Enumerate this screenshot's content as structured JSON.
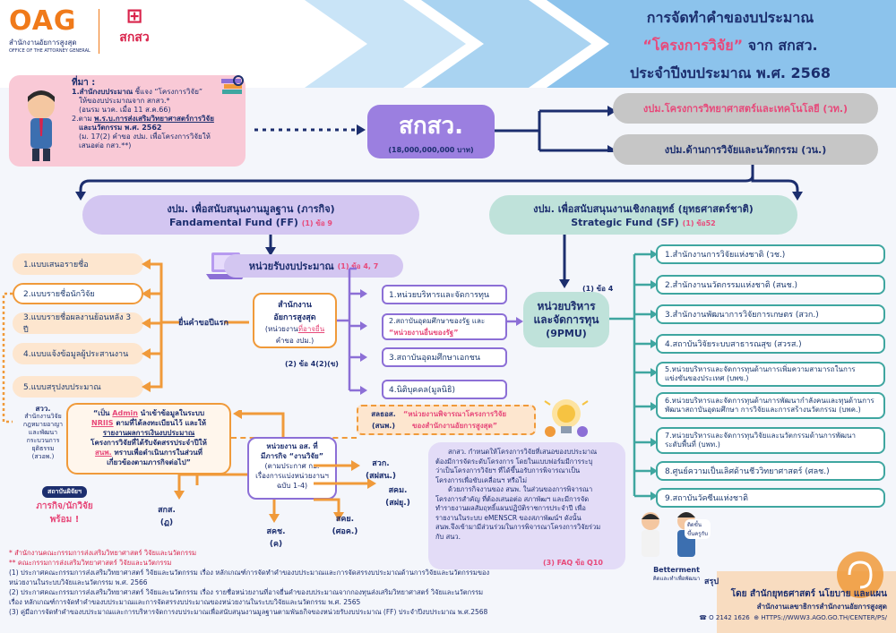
{
  "header": {
    "logo_org": "OAG",
    "logo_org_th": "สำนักงานอัยการสูงสุด",
    "logo_org_en": "OFFICE OF THE ATTORNEY GENERAL",
    "logo_tsri": "สกสว",
    "title1": "การจัดทำคำของบประมาณ",
    "title2a": "“โครงการวิจัย”",
    "title2b": " จาก สกสว.",
    "title3": "ประจำปีงบประมาณ พ.ศ. 2568"
  },
  "source": {
    "heading": "ที่มา :",
    "line1a": "1.สำนักงบประมาณ",
    "line1b": " ชี้แจง “โครงการวิจัย”",
    "line2": "ให้ของบประมาณจาก สกสว.*",
    "line3": "(อนรม นวค. เมื่อ 11 ส.ค.66)",
    "line4a": "2.ตาม ",
    "line4b": "พ.ร.บ.การส่งเสริมวิทยาศาสตร์การวิจัย",
    "line5": "และนวัตกรรม พ.ศ. 2562",
    "line6": "(ม. 17(2) คำขอ งปม. เพื่อโครงการวิจัยให้",
    "line7": "เสนอต่อ กสว.**)"
  },
  "center": {
    "name": "สกสว.",
    "amount": "(18,000,000,000 บาท)"
  },
  "budgets": {
    "b1": "งปม.โครงการวิทยาศาสตร์และเทคโนโลยี (วท.)",
    "b2": "งปม.ด้านการวิจัยและนวัตกรรม (วน.)"
  },
  "ff": {
    "title": "งปม. เพื่อสนับสนุนงานมูลฐาน (ภารกิจ)",
    "sub": "Fandamental Fund (FF)",
    "ref": "(1) ข้อ 9"
  },
  "sf": {
    "title": "งปม. เพื่อสนับสนุนงานเชิงกลยุทธ์ (ยุทธศาสตร์ชาติ)",
    "sub": "Strategic Fund (SF)",
    "ref": "(1) ข้อ52"
  },
  "receiver": {
    "label": "หน่วยรับงบประมาณ",
    "ref": "(1) ข้อ 4, 7"
  },
  "left_list": [
    "1.แบบเสนอรายชื่อ",
    "2.แบบรายชื่อนักวิจัย",
    "3.แบบรายชื่อผลงานย้อนหลัง 3 ปี",
    "4.แบบแจ้งข้อมูลผู้ประสานงาน",
    "5.แบบสรุปงบประมาณ"
  ],
  "submit": "ยื่นคำขอปีแรก",
  "oag_box": {
    "l1": "สำนักงาน",
    "l2": "อัยการสูงสุด",
    "l3a": "(หน่วยงาน",
    "l3b": "ที่อาจยื่น",
    "l4": "คำขอ งปม.)"
  },
  "ref_4_2": "(2) ข้อ 4(2)(ข)",
  "units": [
    "1.หน่วยบริหารและจัดการทุน",
    "2.สถาบันอุดมศึกษาของรัฐ และ",
    "3.สถาบันอุดมศึกษาเอกชน",
    "4.นิติบุคคล(มูลนิธิ)"
  ],
  "unit2b": "“หน่วยงานอื่นของรัฐ”",
  "pmu": {
    "l1": "หน่วยบริหาร",
    "l2": "และจัดการทุน",
    "l3": "(9PMU)",
    "ref": "(1) ข้อ 4"
  },
  "right_list": [
    "1.สำนักงานการวิจัยแห่งชาติ (วช.)",
    "2.สำนักงานนวัตกรรมแห่งชาติ (สนช.)",
    "3.สำนักงานพัฒนาการวิจัยการเกษตร (สวก.)",
    "4.สถาบันวิจัยระบบสาธารณสุข (สวรส.)",
    "5.หน่วยบริหารและจัดการทุนด้านการเพิ่มความสามารถในการ",
    "6.หน่วยบริหารและจัดการทุนด้านการพัฒนากำลังคนและทุนด้านการ",
    "7.หน่วยบริหารและจัดการทุนวิจัยและนวัตกรรมด้านการพัฒนา",
    "8.ศูนย์ความเป็นเลิศด้านชีววิทยาศาสตร์ (ศลช.)",
    "9.สถาบันวัคซีนแห่งชาติ"
  ],
  "right_list_cont": {
    "5": "แข่งขันของประเทศ (บพข.)",
    "6": "พัฒนาสถาบันอุดมศึกษา การวิจัยและการสร้างนวัตกรรม (บพค.)",
    "7": "ระดับพื้นที่ (บพท.)"
  },
  "svaw": {
    "l1": "สวว.",
    "l2": "สำนักงานวิจัย",
    "l3": "กฎหมายอาญา",
    "l4": "และพัฒนา",
    "l5": "กระบวนการ",
    "l6": "ยุติธรรม",
    "l7": "(สวอพ.)"
  },
  "admin_note": {
    "a": "“เป็น ",
    "b": "Admin",
    "c": " นำเข้าข้อมูลในระบบ",
    "d": "NRIIS",
    "e": " ตามที่ได้ลงทะเบียนไว้ และให้",
    "f": "รายงานผลการเงินงบประมาณ",
    "g": "โครงการวิจัยที่ได้รับจัดสรรประจำปีให้",
    "h": "สนพ.",
    "i": " ทราบเพื่อดำเนินการในส่วนที่",
    "j": "เกี่ยวข้องตามภารกิจต่อไป”"
  },
  "slsaw": {
    "l1": "สลธอส.",
    "l2": "(สนพ.)",
    "n1": "“หน่วยงานพิจารณาโครงการวิจัย",
    "n2": "ของสำนักงานอัยการสูงสุด”"
  },
  "research_box": {
    "l1": "หน่วยงาน อส. ที่",
    "l2": "มีภารกิจ “งานวิจัย”",
    "l3": "(ตามประกาศ กอ.",
    "l4": "เรื่องการแบ่งหน่วยงานฯ",
    "l5": "ฉบับ 1-4)"
  },
  "leaves": [
    "สวก.\n(สฝสน.)",
    "สคม.\n(สฝยุ.)",
    "สกส.\n(ฏ)",
    "สคช.\n(ค)",
    "สคย.\n(ศอค.)"
  ],
  "sf_note": [
    "สกสว. กำหนดให้โครงการวิจัยที่เสนอของบประมาณ",
    "ต้องมีการจัดระดับโครงการ โดยในแบบฟอร์มมีการระบุ",
    "ว่าเป็นโครงการวิจัยฯ ที่ได้ขึ้นอรับการพิจารณาเป็น",
    "โครงการเพื่อขับเคลื่อนฯ หรือไม่",
    "ด้วยภารกิจงานของ สนพ. ในส่วนของการพิจารณา",
    "โครงการสำคัญ ที่ต้องเสนอต่อ สภาพัฒฯ และมีการจัด",
    "ทำรายงานผลสัมฤทธิ์แผนปฏิบัติราชการประจำปี เพื่อ",
    "รายงานในระบบ eMENSCR ของสภาพัฒน์ฯ ดังนั้น",
    "สนพ.จึงเข้ามามีส่วนร่วมในการพิจารณาโครงการวิจัยร่วม",
    "กับ สนว."
  ],
  "faq": "(3) FAQ ข้อ Q10",
  "badge": {
    "l1": "สถาบันผิจัยฯ",
    "l2": "ภารกิจ/นักวิจัย",
    "l3": "พร้อม !"
  },
  "betterment": {
    "a": "Betterment",
    "b": "คิดและทำเพื่อพัฒนา",
    "bubble": "ติดขั้น\nขึ้นครูกับ"
  },
  "footnotes": [
    "* สำนักงานคณะกรรมการส่งเสริมวิทยาศาสตร์ วิจัยและนวัตกรรม",
    "** คณะกรรมการส่งเสริมวิทยาศาสตร์ วิจัยและนวัตกรรม",
    "(1) ประกาศคณะกรรมการส่งเสริมวิทยาศาสตร์ วิจัยและนวัตกรรม เรื่อง หลักเกณฑ์การจัดทำคำของบประมาณและการจัดสรรงบประมาณด้านการวิจัยและนวัตกรรมของ",
    "หน่วยงานในระบบวิจัยและนวัตกรรม พ.ศ. 2566",
    "(2) ประกาศคณะกรรมการส่งเสริมวิทยาศาสตร์ วิจัยและนวัตกรรม เรื่อง รายชื่อหน่วยงานที่อาจยื่นคำของบประมาณจากกองทุนส่งเสริมวิทยาศาสตร์ วิจัยและนวัตกรรม",
    "เรื่อง หลักเกณฑ์การจัดทำคำของบประมาณและการจัดสรรงบประมาณของหน่วยงานในระบบวิจัยและนวัตกรรม พ.ศ. 2565",
    "(3) คู่มือการจัดทำคำของบประมาณและการบริหารจัดการงบประมาณเพื่อสนับสนุนงานมูลฐานตามพันธกิจของหน่วยรับงบประมาณ (FF) ประจำปีงบประมาณ พ.ศ.2568"
  ],
  "summary": {
    "h": "สรุป",
    "l1": "โดย สำนักยุทธศาสตร์ นโยบาย และแผน",
    "l2": "สำนักงานเลขาธิการสำนักงานอัยการสูงสุด",
    "phone": "O 2142 1626",
    "url": "HTTPS://WWW3.AGO.GO.TH/CENTER/PS/"
  },
  "colors": {
    "navy": "#1c2e6e",
    "purple": "#8c6fd6",
    "orange": "#f09a3a",
    "teal": "#3fa6a0",
    "pink": "#e7497a"
  }
}
